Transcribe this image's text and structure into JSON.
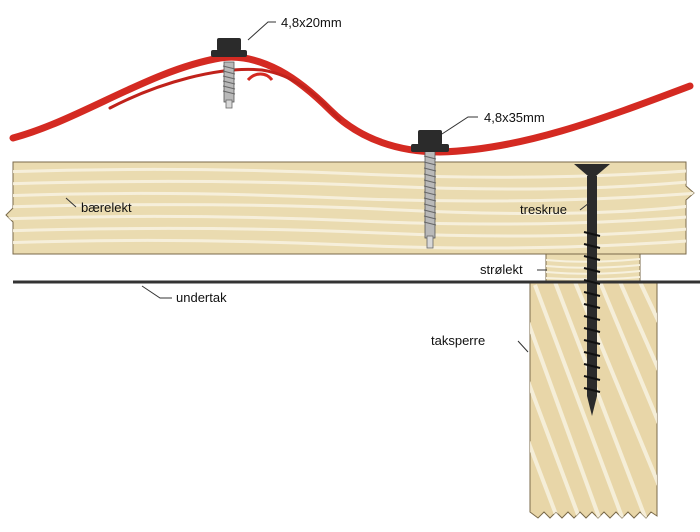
{
  "labels": {
    "screw_short": "4,8x20mm",
    "screw_long": "4,8x35mm",
    "batten": "bærelekt",
    "wood_screw": "treskrue",
    "counter_batten": "strølekt",
    "underlay": "undertak",
    "rafter": "taksperre"
  },
  "colors": {
    "roof_sheet": "#d42a22",
    "wood_light": "#eadbb0",
    "wood_grain": "#f7f1de",
    "wood_edge": "#7a6a4a",
    "screw_dark": "#2b2b2b",
    "screw_steel": "#b9b9b9",
    "underlay": "#333333"
  }
}
